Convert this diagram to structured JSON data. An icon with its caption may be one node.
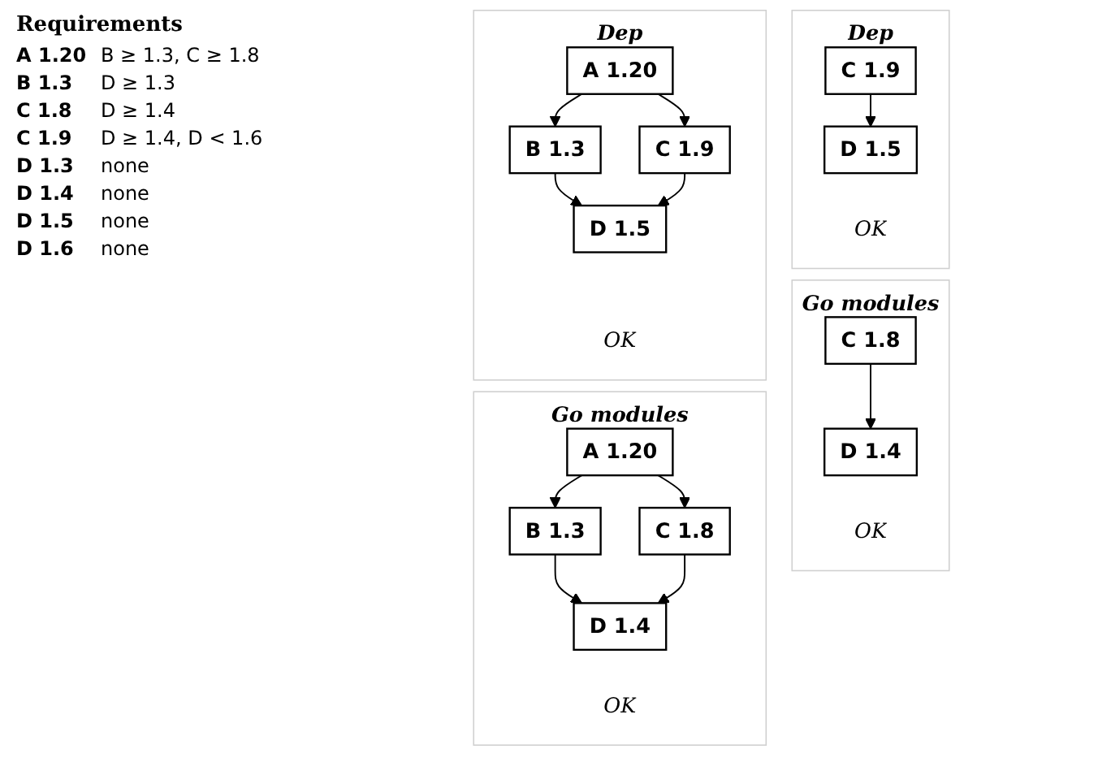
{
  "diagram": {
    "nodes": [
      {
        "text": [
          "Dep"
        ]
      },
      {
        "text": [
          "C 1.9"
        ],
        "in": 0
      },
      {
        "text": [
          "D 1.5"
        ],
        "in": 0,
        "beside": [
          "OK"
        ]
      },
      {
        "text": [
          "Dep"
        ]
      },
      {
        "text": [
          "A 1.20"
        ],
        "in": 3
      },
      {
        "text": [
          "B 1.3"
        ],
        "in": 3
      },
      {
        "text": [
          "C 1.9"
        ],
        "in": 3
      },
      {
        "text": [
          "D 1.5"
        ],
        "in": 3,
        "beside": [
          "OK"
        ]
      },
      {
        "text": [
          "Go modules"
        ]
      },
      {
        "text": [
          "C 1.8"
        ],
        "in": 8
      },
      {
        "text": [
          "D 1.4"
        ],
        "in": 8,
        "beside": [
          "OK"
        ]
      },
      {
        "text": [
          "Go modules"
        ]
      },
      {
        "text": [
          "A 1.20"
        ],
        "in": 11
      },
      {
        "text": [
          "B 1.3"
        ],
        "in": 11
      },
      {
        "text": [
          "C 1.8"
        ],
        "in": 11
      },
      {
        "text": [
          "D 1.4"
        ],
        "in": 11,
        "beside": [
          "OK"
        ]
      }
    ],
    "edges": [
      {
        "from": 1,
        "to": 2,
        "arrow": "to"
      },
      {
        "from": 4,
        "to": 5,
        "arrow": "to"
      },
      {
        "from": 4,
        "to": 6,
        "arrow": "to"
      },
      {
        "from": 5,
        "to": 7,
        "arrow": "to"
      },
      {
        "from": 6,
        "to": 7,
        "arrow": "to"
      },
      {
        "from": 9,
        "to": 10,
        "arrow": "to"
      },
      {
        "from": 12,
        "to": 13,
        "arrow": "to"
      },
      {
        "from": 12,
        "to": 14,
        "arrow": "to"
      },
      {
        "from": 13,
        "to": 15,
        "arrow": "to"
      },
      {
        "from": 14,
        "to": 15,
        "arrow": "to"
      }
    ],
    "labels": [
      "Requirements",
      "A 1.20",
      "B ≥ 1.3, C ≥ 1.8",
      "B 1.3",
      "D ≥ 1.3",
      "C 1.8",
      "D ≥ 1.4",
      "C 1.9",
      "D ≥ 1.4, D < 1.6",
      "D 1.3",
      "none",
      "D 1.4",
      "none",
      "D 1.5",
      "none",
      "D 1.6",
      "none"
    ]
  }
}
